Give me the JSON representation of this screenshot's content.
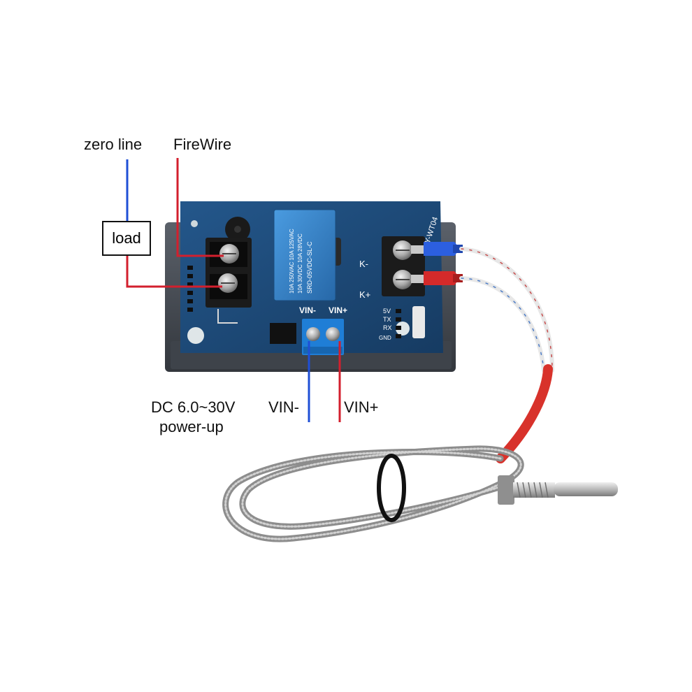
{
  "labels": {
    "zero_line": "zero line",
    "fire_wire": "FireWire",
    "load": "load",
    "dc_range": "DC 6.0~30V",
    "power_up": "power-up",
    "vin_minus": "VIN-",
    "vin_plus": "VIN+"
  },
  "board": {
    "model": "XY-WT04",
    "relay_line1": "SRD-05VDC-SL-C",
    "relay_line2": "10A 250VAC 10A 125VAC",
    "relay_line3": "10A 30VDC 10A 28VDC",
    "pin_5v": "5V",
    "pin_tx": "TX",
    "pin_rx": "RX",
    "pin_gnd": "GND",
    "k_minus": "K-",
    "k_plus": "K+",
    "pcb_vin_minus": "VIN-",
    "pcb_vin_plus": "VIN+"
  },
  "colors": {
    "blue_wire": "#1f4fd6",
    "red_wire": "#d31f2d",
    "pcb": "#1d4a78",
    "relay": "#2f7fc4",
    "case": "#4a4f57",
    "terminal": "#1b1b1b",
    "probe_sleeve": "#d8322b",
    "braid": "#a9a9a9"
  }
}
